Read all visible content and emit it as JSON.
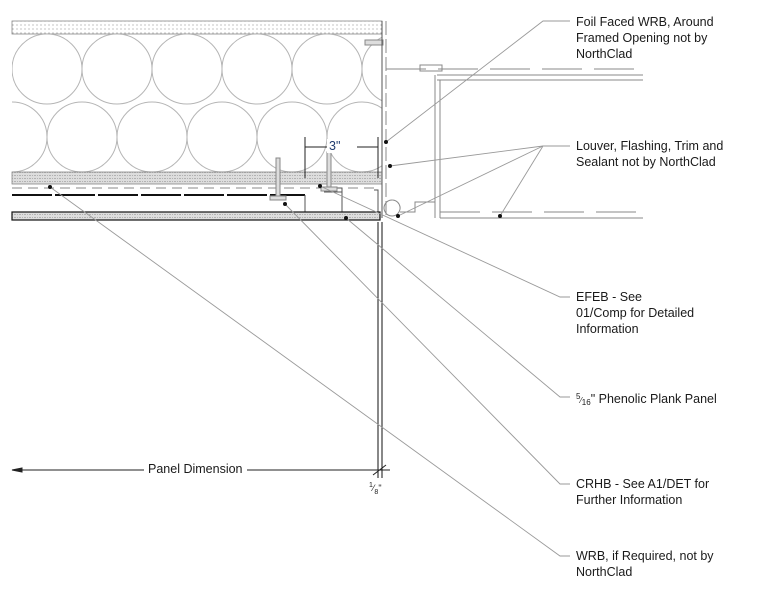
{
  "drawing": {
    "callouts": [
      {
        "lines": [
          "Foil Faced WRB, Around",
          "Framed Opening not by",
          "NorthClad"
        ]
      },
      {
        "lines": [
          "Louver, Flashing, Trim and",
          "Sealant not by NorthClad"
        ]
      },
      {
        "lines": [
          "EFEB - See",
          "01/Comp for Detailed",
          "Information"
        ]
      },
      {
        "lines": [
          "\" Phenolic Plank Panel"
        ],
        "fraction_num": "5",
        "fraction_den": "16"
      },
      {
        "lines": [
          "CRHB - See A1/DET for",
          "Further Information"
        ]
      },
      {
        "lines": [
          "WRB, if Required, not by",
          "NorthClad"
        ]
      }
    ],
    "dimensions": {
      "insulation_gap": "3\"",
      "panel_dimension": "Panel Dimension",
      "joint_num": "1",
      "joint_den": "8",
      "joint_unit": "\""
    },
    "colors": {
      "line": "#222222",
      "leader": "#9a9a9a",
      "hatch": "#b0b0b0",
      "dim_text": "#1f3b6e"
    }
  }
}
